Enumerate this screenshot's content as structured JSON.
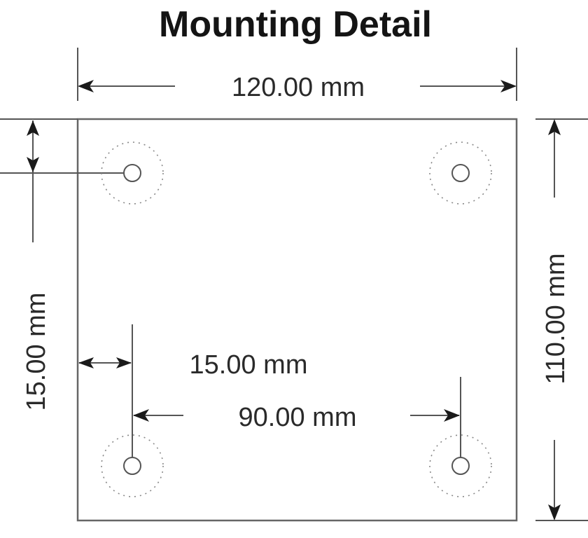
{
  "title": "Mounting Detail",
  "dimensions": {
    "overall_width": "120.00 mm",
    "overall_height": "110.00 mm",
    "hole_offset_vertical": "15.00 mm",
    "hole_offset_horizontal": "15.00 mm",
    "hole_spacing_horizontal": "90.00 mm"
  },
  "holes": [
    {
      "name": "top-left"
    },
    {
      "name": "top-right"
    },
    {
      "name": "bottom-left"
    },
    {
      "name": "bottom-right"
    }
  ],
  "colors": {
    "line": "#555555",
    "text": "#2a2a2a",
    "arrow": "#1a1a1a",
    "background": "#ffffff"
  }
}
